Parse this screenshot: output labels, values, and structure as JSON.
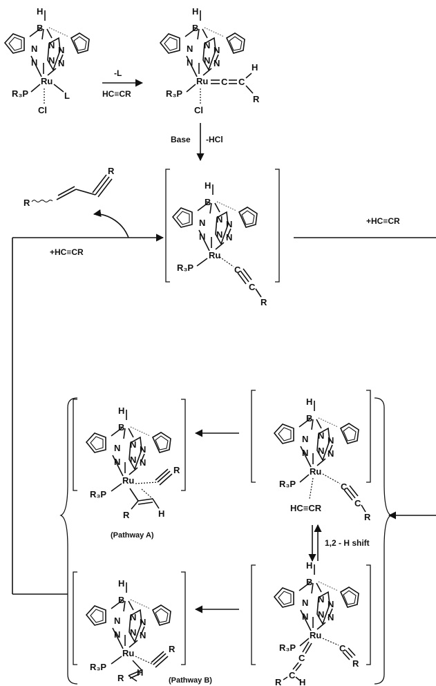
{
  "atoms": {
    "B": "B",
    "H": "H",
    "Ru": "Ru",
    "Cl": "Cl",
    "L": "L",
    "R": "R",
    "C": "C",
    "N": "N",
    "PR3": "R₃P"
  },
  "reagents": {
    "step1_above": "-L",
    "step1_below": "HC≡CR",
    "step2_left": "Base",
    "step2_right": "-HCl",
    "cycle_in": "+HC≡CR",
    "right_branch": "+HC≡CR",
    "coord_alkyne": "HC≡CR",
    "shift": "1,2 - H shift"
  },
  "pathways": {
    "a": "(Pathway A)",
    "b": "(Pathway B)"
  },
  "colors": {
    "ink": "#111111",
    "background": "#ffffff"
  }
}
